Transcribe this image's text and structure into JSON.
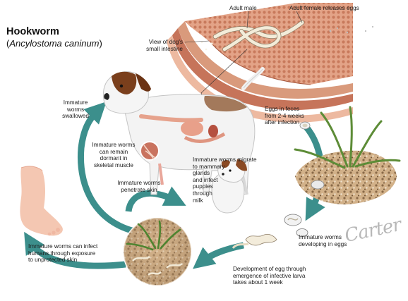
{
  "title": "Hookworm",
  "scientific_name": {
    "open": "(",
    "name": "Ancylostoma caninum",
    "close": ")"
  },
  "labels": {
    "adult_male": "Adult male",
    "adult_female": "Adult female releases eggs",
    "view_intestine": "View of dog's\nsmall intestine",
    "eggs_feces": "Eggs in feces\nfrom 2-4 weeks\nafter infection",
    "swallowed": "Immature\nworms\nswallowed",
    "dormant": "Immature worms\ncan remain\ndormant in\nskeletal muscle",
    "mammary": "Immature worms migrate\nto mammary\nglands\nand infect\npuppies\nthrough\nmilk",
    "penetrate": "Immature worms\npenetrate skin",
    "humans": "Immature worms can infect\nhumans through exposure\nto unprotected skin",
    "developing": "Immature worms\ndeveloping in eggs",
    "development": "Development of egg through\nemergence of infective larva\ntakes about 1 week"
  },
  "signature": "Carter",
  "colors": {
    "arrow": "#3c8f8c",
    "intestine": "#e8a98d",
    "worm": "#f0ead8",
    "dog_patch": "#7a3f1c",
    "soil": "#c9a478",
    "grass": "#5d8c37"
  }
}
